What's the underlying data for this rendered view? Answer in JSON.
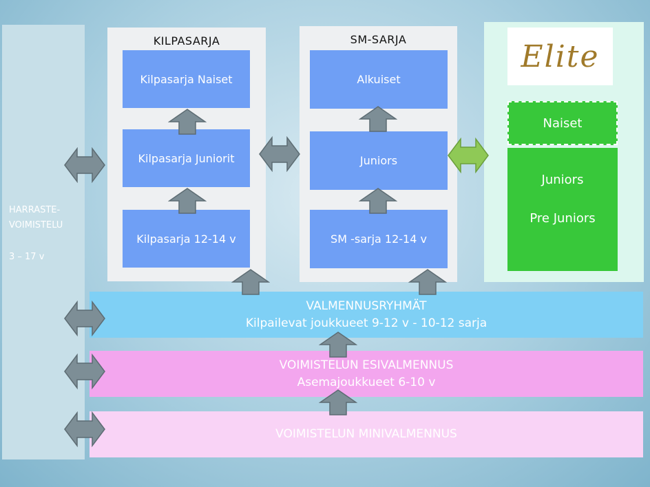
{
  "left_column": {
    "title_line1": "HARRASTE-",
    "title_line2": "VOIMISTELU",
    "age": "3 – 17 v"
  },
  "kilpasarja": {
    "title": "KILPASARJA",
    "items": [
      "Kilpasarja Naiset",
      "Kilpasarja Juniorit",
      "Kilpasarja 12-14 v"
    ]
  },
  "sm_sarja": {
    "title": "SM-SARJA",
    "items": [
      "Alkuiset",
      "Juniors",
      "SM -sarja 12-14 v"
    ]
  },
  "elite": {
    "logo_text": "Elite",
    "naiset": "Naiset",
    "juniors": "Juniors",
    "pre_juniors": "Pre Juniors"
  },
  "bands": {
    "valmennus_title": "VALMENNUSRYHMÄT",
    "valmennus_sub": "Kilpailevat joukkueet 9-12 v - 10-12 sarja",
    "esivalmennus_title": "VOIMISTELUN ESIVALMENNUS",
    "esivalmennus_sub": "Asemajoukkueet 6-10 v",
    "minivalmennus_title": "VOIMISTELUN MINIVALMENNUS"
  },
  "colors": {
    "box_blue": "#6f9ff5",
    "band_blue": "#7fd0f5",
    "band_pink": "#f3a6ee",
    "band_light_pink": "#f9d3f6",
    "elite_green": "#38c83a",
    "elite_panel": "#dcf7ee",
    "arrow_gray": "#7d8e96",
    "arrow_green": "#8fc956"
  }
}
